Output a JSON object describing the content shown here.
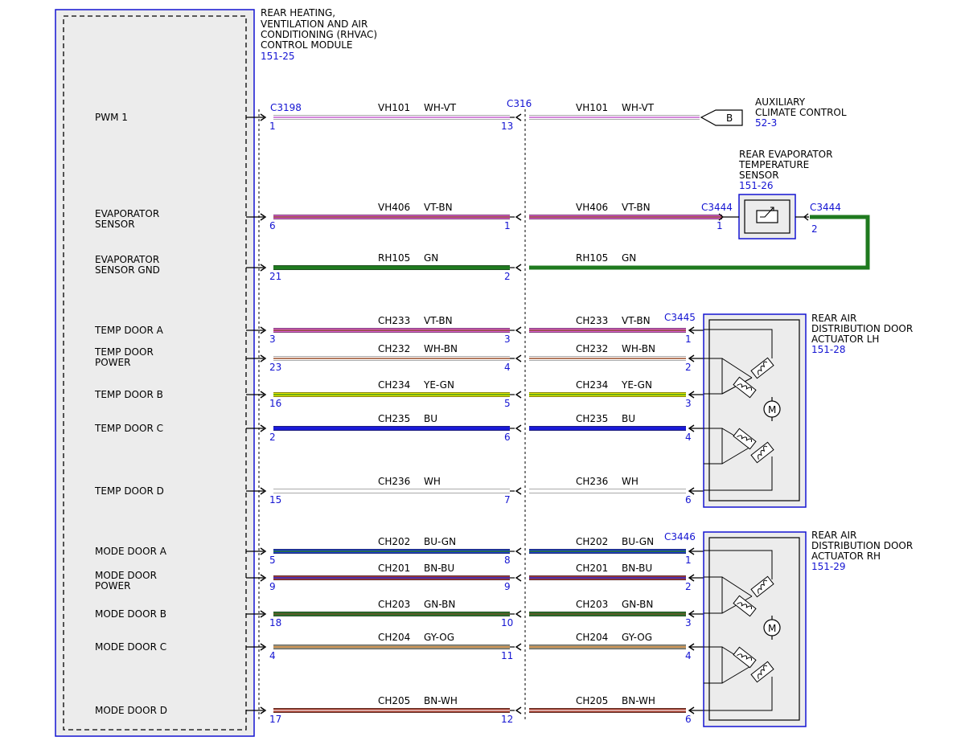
{
  "module": {
    "title_lines": [
      "REAR HEATING,",
      "VENTILATION AND AIR",
      "CONDITIONING (RHVAC)",
      "CONTROL MODULE"
    ],
    "ref": "151-25"
  },
  "connectors": {
    "module_connector": "C3198",
    "inline_connector": "C316",
    "sensor_connector": "C3444",
    "actuator_lh_connector": "C3445",
    "actuator_rh_connector": "C3446"
  },
  "colors": {
    "WH-VT": [
      "#ffffff",
      "#c65ed1"
    ],
    "VT-BN": [
      "#dc5fcf",
      "#8a4b2e"
    ],
    "GN": [
      "#1f7a1f",
      "#1f7a1f"
    ],
    "WH-BN": [
      "#ffffff",
      "#9a4e2a"
    ],
    "YE-GN": [
      "#e6e600",
      "#4a9a1a"
    ],
    "BU": [
      "#1a1ad8",
      "#1a1ad8"
    ],
    "WH": [
      "#ffffff",
      "#ffffff"
    ],
    "BU-GN": [
      "#1a3acc",
      "#2a7a2a"
    ],
    "BN-BU": [
      "#a23a3a",
      "#2a2acc"
    ],
    "GN-BN": [
      "#2a7a2a",
      "#6a4a2a"
    ],
    "GY-OG": [
      "#9a9a8a",
      "#d88a3a"
    ],
    "BN-WH": [
      "#a23a2a",
      "#f0d0d0"
    ],
    "line_blue": "#1414d2",
    "box_fill": "#ececec"
  },
  "circuits": [
    {
      "label_lines": [
        "PWM 1"
      ],
      "circuit": "VH101",
      "color": "WH-VT",
      "pin_module": "1",
      "pin_inline": "13"
    },
    {
      "label_lines": [
        "EVAPORATOR",
        "SENSOR"
      ],
      "circuit": "VH406",
      "color": "VT-BN",
      "pin_module": "6",
      "pin_inline": "1",
      "pin_far": "1"
    },
    {
      "label_lines": [
        "EVAPORATOR",
        "SENSOR GND"
      ],
      "circuit": "RH105",
      "color": "GN",
      "pin_module": "21",
      "pin_inline": "2",
      "pin_far": "2"
    },
    {
      "label_lines": [
        "TEMP DOOR A"
      ],
      "circuit": "CH233",
      "color": "VT-BN",
      "pin_module": "3",
      "pin_inline": "3",
      "pin_far": "1"
    },
    {
      "label_lines": [
        "TEMP DOOR",
        "POWER"
      ],
      "circuit": "CH232",
      "color": "WH-BN",
      "pin_module": "23",
      "pin_inline": "4",
      "pin_far": "2"
    },
    {
      "label_lines": [
        "TEMP DOOR B"
      ],
      "circuit": "CH234",
      "color": "YE-GN",
      "pin_module": "16",
      "pin_inline": "5",
      "pin_far": "3"
    },
    {
      "label_lines": [
        "TEMP DOOR C"
      ],
      "circuit": "CH235",
      "color": "BU",
      "pin_module": "2",
      "pin_inline": "6",
      "pin_far": "4"
    },
    {
      "label_lines": [
        "TEMP DOOR D"
      ],
      "circuit": "CH236",
      "color": "WH",
      "pin_module": "15",
      "pin_inline": "7",
      "pin_far": "6"
    },
    {
      "label_lines": [
        "MODE DOOR A"
      ],
      "circuit": "CH202",
      "color": "BU-GN",
      "pin_module": "5",
      "pin_inline": "8",
      "pin_far": "1"
    },
    {
      "label_lines": [
        "MODE DOOR",
        "POWER"
      ],
      "circuit": "CH201",
      "color": "BN-BU",
      "pin_module": "9",
      "pin_inline": "9",
      "pin_far": "2"
    },
    {
      "label_lines": [
        "MODE DOOR B"
      ],
      "circuit": "CH203",
      "color": "GN-BN",
      "pin_module": "18",
      "pin_inline": "10",
      "pin_far": "3"
    },
    {
      "label_lines": [
        "MODE DOOR C"
      ],
      "circuit": "CH204",
      "color": "GY-OG",
      "pin_module": "4",
      "pin_inline": "11",
      "pin_far": "4"
    },
    {
      "label_lines": [
        "MODE DOOR D"
      ],
      "circuit": "CH205",
      "color": "BN-WH",
      "pin_module": "17",
      "pin_inline": "12",
      "pin_far": "6"
    }
  ],
  "aux": {
    "connector_letter": "B",
    "title_lines": [
      "AUXILIARY",
      "CLIMATE CONTROL"
    ],
    "ref": "52-3"
  },
  "sensor": {
    "title_lines": [
      "REAR EVAPORATOR",
      "TEMPERATURE",
      "SENSOR"
    ],
    "ref": "151-26"
  },
  "actuator_lh": {
    "title_lines": [
      "REAR AIR",
      "DISTRIBUTION DOOR",
      "ACTUATOR LH"
    ],
    "ref": "151-28",
    "motor_symbol": "M"
  },
  "actuator_rh": {
    "title_lines": [
      "REAR AIR",
      "DISTRIBUTION DOOR",
      "ACTUATOR RH"
    ],
    "ref": "151-29",
    "motor_symbol": "M"
  }
}
